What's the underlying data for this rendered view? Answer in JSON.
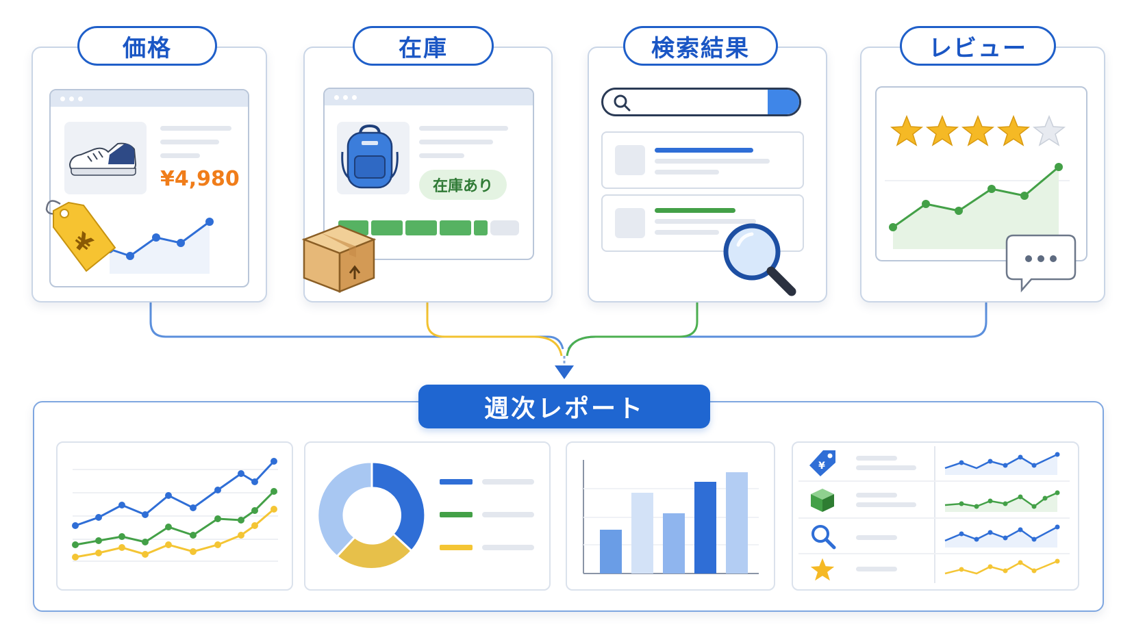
{
  "sources": {
    "price": {
      "label": "価格",
      "price_text": "¥4,980"
    },
    "stock": {
      "label": "在庫",
      "badge_text": "在庫あり"
    },
    "search": {
      "label": "検索結果"
    },
    "review": {
      "label": "レビュー",
      "rating_filled": 4,
      "rating_max": 5
    }
  },
  "report": {
    "title": "週次レポート"
  },
  "colors": {
    "accent_blue": "#1f66d1",
    "price_orange": "#f07d1a",
    "stock_green": "#56b262",
    "line_green": "#43a047",
    "star_yellow": "#f5b925",
    "report_yellow": "#f4c534",
    "connector_blue": "#5b8fdc",
    "connector_yellow": "#f2c230",
    "connector_green": "#4caf50"
  },
  "icons": [
    "sneaker-icon",
    "price-tag-icon",
    "backpack-icon",
    "cardboard-box-icon",
    "search-icon",
    "magnifier-icon",
    "star-icon",
    "speech-bubble-icon",
    "box-icon",
    "tag-icon"
  ]
}
